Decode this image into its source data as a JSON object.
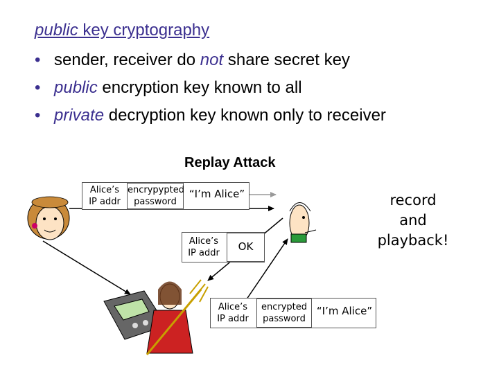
{
  "heading": {
    "italic": "public",
    "rest": " key cryptography"
  },
  "bullets": [
    {
      "pre": "sender, receiver do ",
      "em": "not",
      "post": " share secret key"
    },
    {
      "pre": "",
      "em": "public",
      "post": " encryption key  known to all"
    },
    {
      "pre": "",
      "em": "private",
      "post": " decryption key known only to receiver"
    }
  ],
  "bullet_symbol": "•",
  "diagram": {
    "title": "Replay Attack",
    "msg1": {
      "a1": "Alice’s",
      "a2": "IP addr",
      "b1": "encrypypted",
      "b2": "password",
      "c": "“I’m Alice”"
    },
    "msg2": {
      "a1": "Alice’s",
      "a2": "IP addr",
      "b": "OK"
    },
    "msg3": {
      "a1": "Alice’s",
      "a2": "IP addr",
      "b1": "encrypted",
      "b2": "password",
      "c": "“I’m Alice”"
    },
    "side_note": [
      "record",
      "and",
      "playback!"
    ]
  },
  "colors": {
    "accent": "#3b2f8f",
    "arrow": "#000000",
    "arrow_light": "#999999"
  }
}
